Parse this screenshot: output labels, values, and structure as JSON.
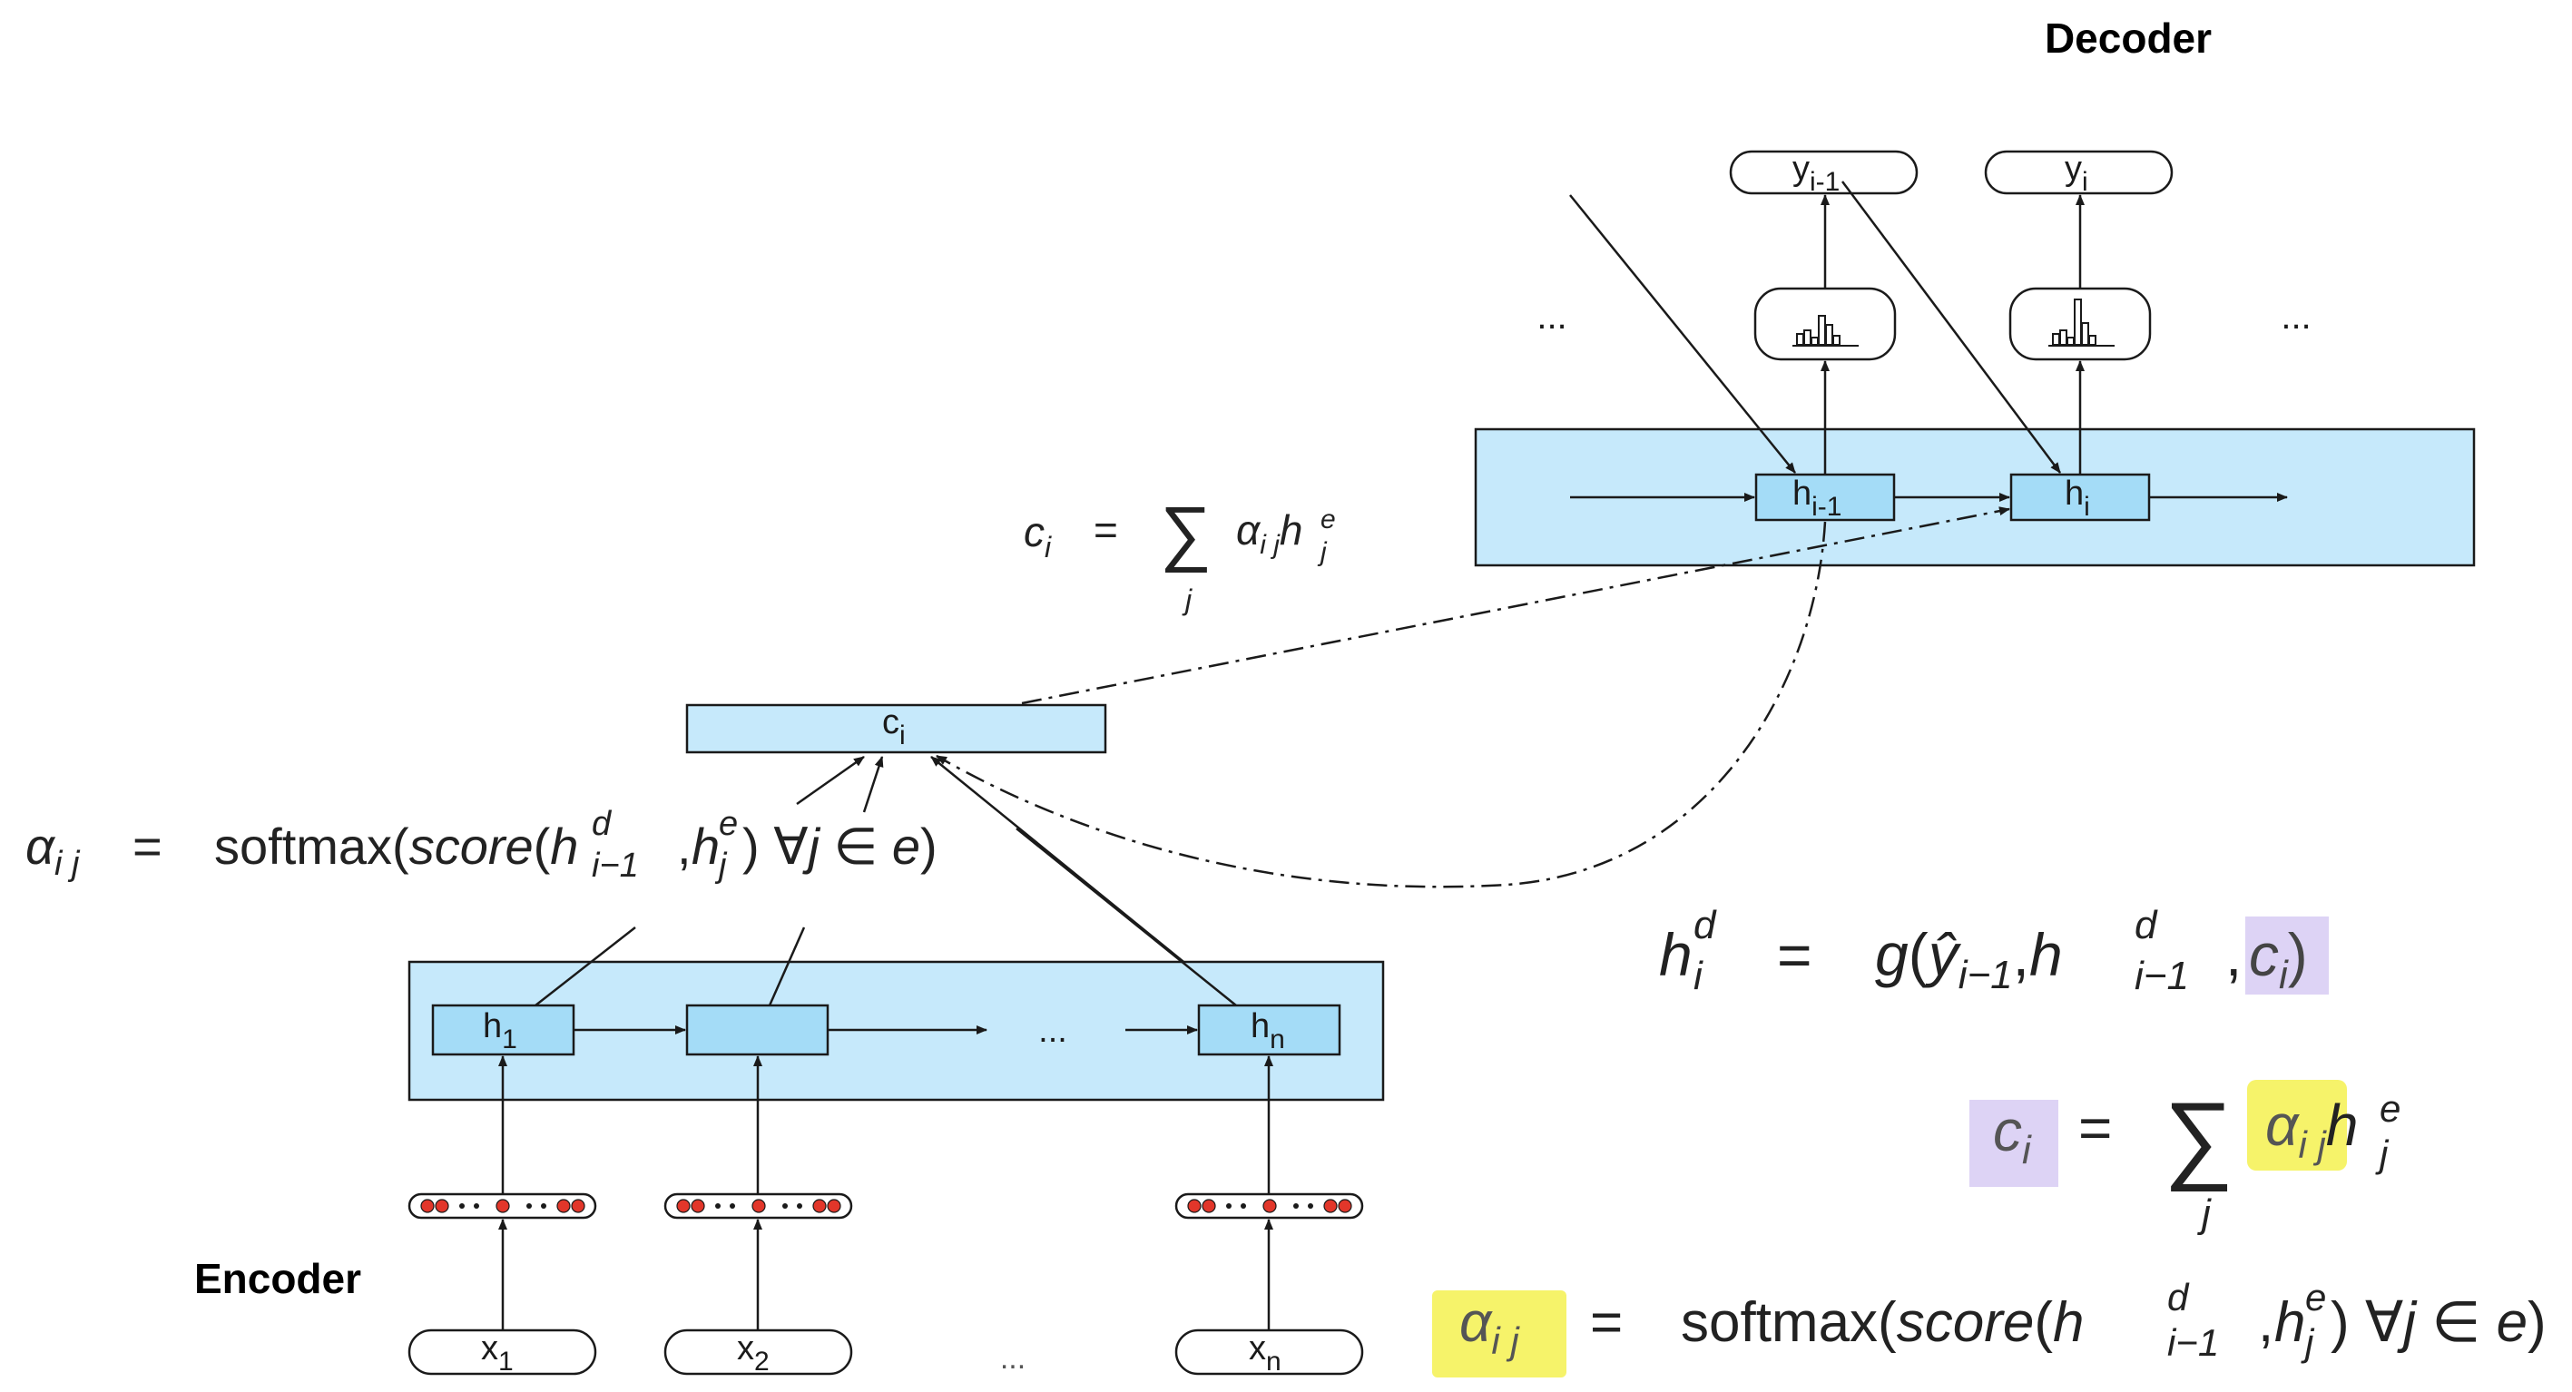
{
  "titles": {
    "decoder": "Decoder",
    "encoder": "Encoder"
  },
  "encoder": {
    "hidden_states": [
      {
        "main": "h",
        "sub": "1"
      },
      {
        "main": "",
        "sub": ""
      },
      {
        "main": "h",
        "sub": "n"
      }
    ],
    "inputs": [
      {
        "main": "x",
        "sub": "1"
      },
      {
        "main": "x",
        "sub": "2"
      },
      {
        "main": "x",
        "sub": "n"
      }
    ],
    "ellipsis": "..."
  },
  "decoder": {
    "hidden_states": [
      {
        "main": "h",
        "sub": "i-1"
      },
      {
        "main": "h",
        "sub": "i"
      }
    ],
    "outputs": [
      {
        "main": "y",
        "sub": "i-1"
      },
      {
        "main": "y",
        "sub": "i"
      }
    ],
    "ellipsis": "..."
  },
  "context": {
    "main": "c",
    "sub": "i"
  },
  "equations": {
    "context_left": {
      "lhs_main": "c",
      "lhs_sub": "i",
      "eq": "=",
      "sum": "∑",
      "sum_sub": "j",
      "alpha": "α",
      "alpha_sub": "i j",
      "h": "h",
      "h_sup": "e",
      "h_sub": "j"
    },
    "alpha_left": {
      "lhs_main": "α",
      "lhs_sub": "i j",
      "eq": "=",
      "fn": "softmax(",
      "score": "score",
      "h1": "h",
      "h1_sup": "d",
      "h1_sub": "i−1",
      "comma": ",",
      "h2": "h",
      "h2_sup": "e",
      "h2_sub": "j",
      "tail": ") ∀",
      "j": "j",
      "in": "∈",
      "e": "e",
      "close": ")"
    },
    "hidden_right": {
      "lhs": "h",
      "lhs_sup": "d",
      "lhs_sub": "i",
      "eq": "=",
      "g": "g(",
      "yhat": "ŷ",
      "yhat_sub": "i−1",
      "comma1": ",",
      "h": "h",
      "h_sup": "d",
      "h_sub": "i−1",
      "comma2": ",",
      "c": "c",
      "c_sub": "i",
      "close": ")"
    },
    "context_right": {
      "lhs_main": "c",
      "lhs_sub": "i",
      "eq": "=",
      "sum": "∑",
      "sum_sub": "j",
      "alpha": "α",
      "alpha_sub": "i j",
      "h": "h",
      "h_sup": "e",
      "h_sub": "j"
    },
    "alpha_right": {
      "lhs_main": "α",
      "lhs_sub": "i j",
      "eq": "=",
      "fn": "softmax(",
      "score": "score",
      "h1": "h",
      "h1_sup": "d",
      "h1_sub": "i−1",
      "comma": ",",
      "h2": "h",
      "h2_sup": "e",
      "h2_sub": "j",
      "tail": ") ∀",
      "j": "j",
      "in": "∈",
      "e": "e",
      "close": ")"
    }
  },
  "colors": {
    "panel_fill": "#c6e9fb",
    "cell_fill": "#a4dcf7",
    "stroke": "#1a1a1a",
    "dot_red": "#e2362a",
    "highlight_yellow": "#f6f36a",
    "highlight_purple": "#ddd3f5"
  }
}
